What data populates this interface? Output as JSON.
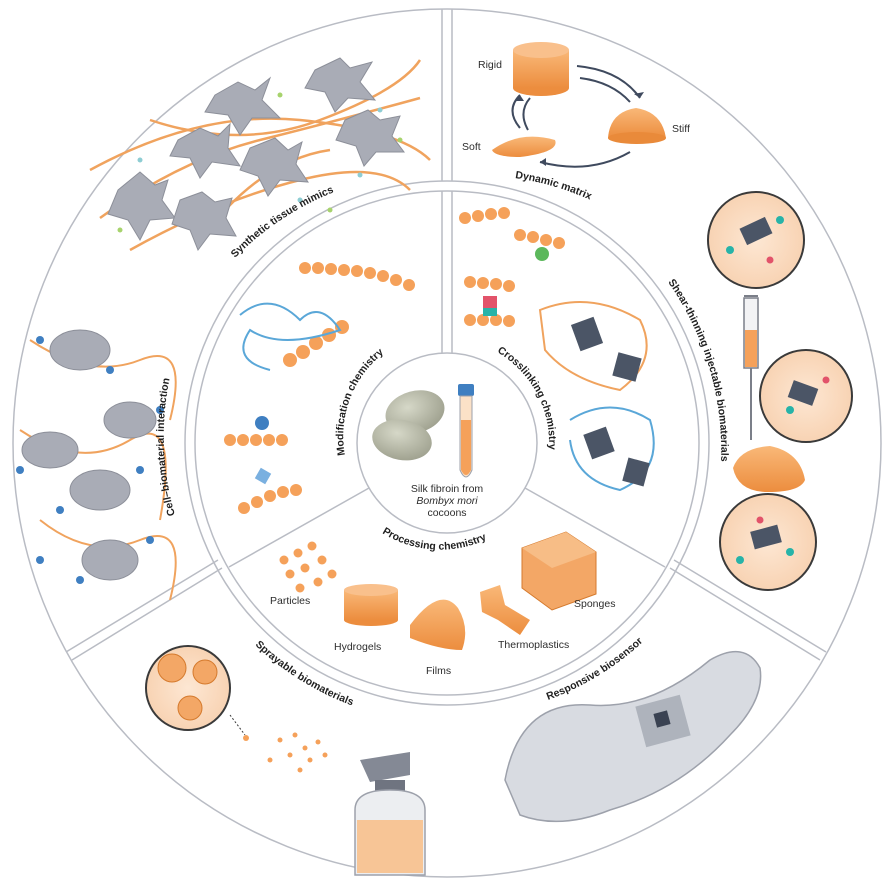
{
  "center": {
    "line1": "Silk fibroin from",
    "line2": "Bombyx mori",
    "line3": "cocoons"
  },
  "inner_sections": {
    "modification": "Modification chemistry",
    "crosslinking": "Crosslinking chemistry",
    "processing": "Processing chemistry"
  },
  "processing_items": {
    "particles": "Particles",
    "hydrogels": "Hydrogels",
    "films": "Films",
    "thermoplastics": "Thermoplastics",
    "sponges": "Sponges"
  },
  "outer_sections": {
    "synthetic_tissue": "Synthetic tissue mimics",
    "dynamic_matrix": "Dynamic matrix",
    "shear_thinning": "Shear-thinning injectable biomaterials",
    "responsive_biosensors": "Responsive biosensors",
    "sprayable": "Sprayable biomaterials",
    "cell_biomaterial": "Cell–biomaterial interaction"
  },
  "dynamic_matrix_labels": {
    "rigid": "Rigid",
    "stiff": "Stiff",
    "soft": "Soft"
  },
  "colors": {
    "orange": "#f5a15a",
    "orange_dark": "#e98a3a",
    "grey_cell": "#a9acb6",
    "blue": "#3f7fc1",
    "ring": "#b9bcc4"
  }
}
